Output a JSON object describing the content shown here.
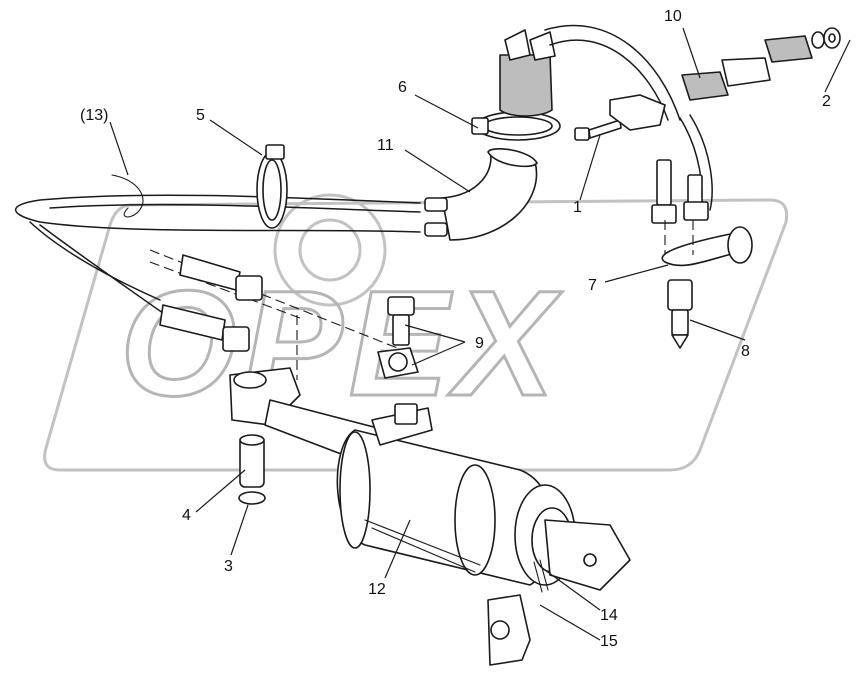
{
  "watermark": {
    "text": "OPEX",
    "color": "#b5b5b5"
  },
  "corner_mark": "",
  "callouts": [
    {
      "id": "1",
      "label": "1"
    },
    {
      "id": "2",
      "label": "2"
    },
    {
      "id": "3",
      "label": "3"
    },
    {
      "id": "4",
      "label": "4"
    },
    {
      "id": "5",
      "label": "5"
    },
    {
      "id": "6",
      "label": "6"
    },
    {
      "id": "7",
      "label": "7"
    },
    {
      "id": "8",
      "label": "8"
    },
    {
      "id": "9",
      "label": "9"
    },
    {
      "id": "10",
      "label": "10"
    },
    {
      "id": "11",
      "label": "11"
    },
    {
      "id": "12",
      "label": "12"
    },
    {
      "id": "13",
      "label": "(13)"
    },
    {
      "id": "14",
      "label": "14"
    },
    {
      "id": "15",
      "label": "15"
    }
  ],
  "colors": {
    "line": "#1a1a1a",
    "shade": "#bdbdbd",
    "background": "#ffffff"
  }
}
